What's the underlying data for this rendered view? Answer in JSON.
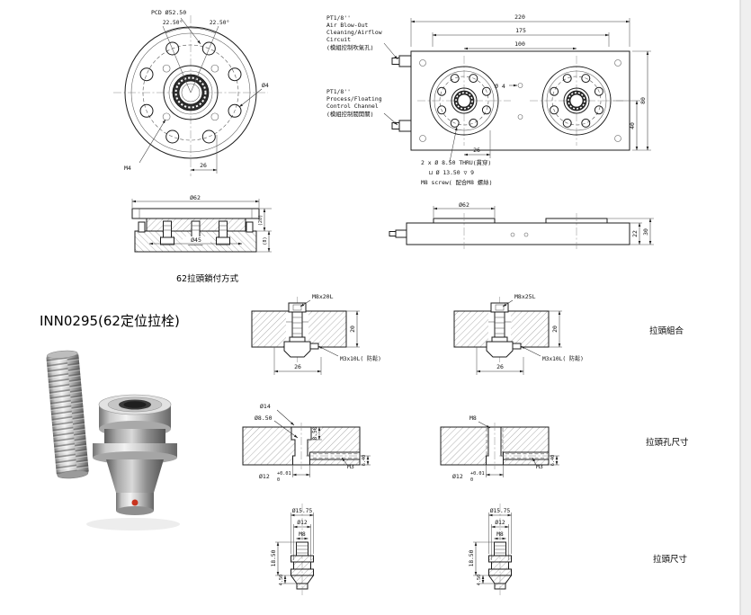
{
  "meta": {
    "product_label": "INN0295(62定位拉栓)"
  },
  "captions": {
    "lock_method": "62拉頭鎖付方式",
    "assembly": "拉頭組合",
    "hole_size": "拉頭孔尺寸",
    "stud_size": "拉頭尺寸"
  },
  "front_view": {
    "pcd": "PCD Ø52.50",
    "angle_left": "22.50°",
    "angle_right": "22.50°",
    "dia4": "Ø4",
    "m4": "M4",
    "dim26": "26"
  },
  "plate_view": {
    "dim220": "220",
    "dim175": "175",
    "dim100": "100",
    "dia4": "Ø 4",
    "dim80": "80",
    "dim40": "40",
    "dim26": "26",
    "air_note": [
      "PT1/8''",
      "Air Blow-Out",
      "Cleaning/Airflow",
      "Circuit",
      "(模組控制吹氣孔)"
    ],
    "process_note": [
      "PT1/8''",
      "Process/Floating",
      "Control Channel",
      "(模組控制閥開關)"
    ],
    "hole_note": [
      "2 x Ø 8.50 THRU(貫穿)",
      "⊔ Ø 13.50 ▽ 9",
      "M8 screw( 配合M8 螺絲)"
    ]
  },
  "flange_side": {
    "dia62": "Ø62",
    "dia45": "Ø45",
    "h_upper": "(20)",
    "h_lower": "(8)"
  },
  "plate_side": {
    "dia62": "Ø62",
    "dim22": "22",
    "dim30": "30"
  },
  "assembly_view": {
    "screw_left": "M8x20L",
    "screw_right": "M8x25L",
    "dim20": "20",
    "dim26": "26",
    "set_screw": "M3x10L( 防鬆)"
  },
  "hole_view": {
    "dia14": "Ø14",
    "dia850": "Ø8.50",
    "depth850": "8.50",
    "dia12": "Ø12",
    "tol_plus": "+0.01",
    "tol_zero": "0",
    "m3": "M3",
    "dim640": "6.40",
    "m8": "M8"
  },
  "stud_view": {
    "dia1575": "Ø15.75",
    "dia12": "Ø12",
    "m8": "M8",
    "dim1850": "18.50",
    "dim450": "4.50"
  }
}
